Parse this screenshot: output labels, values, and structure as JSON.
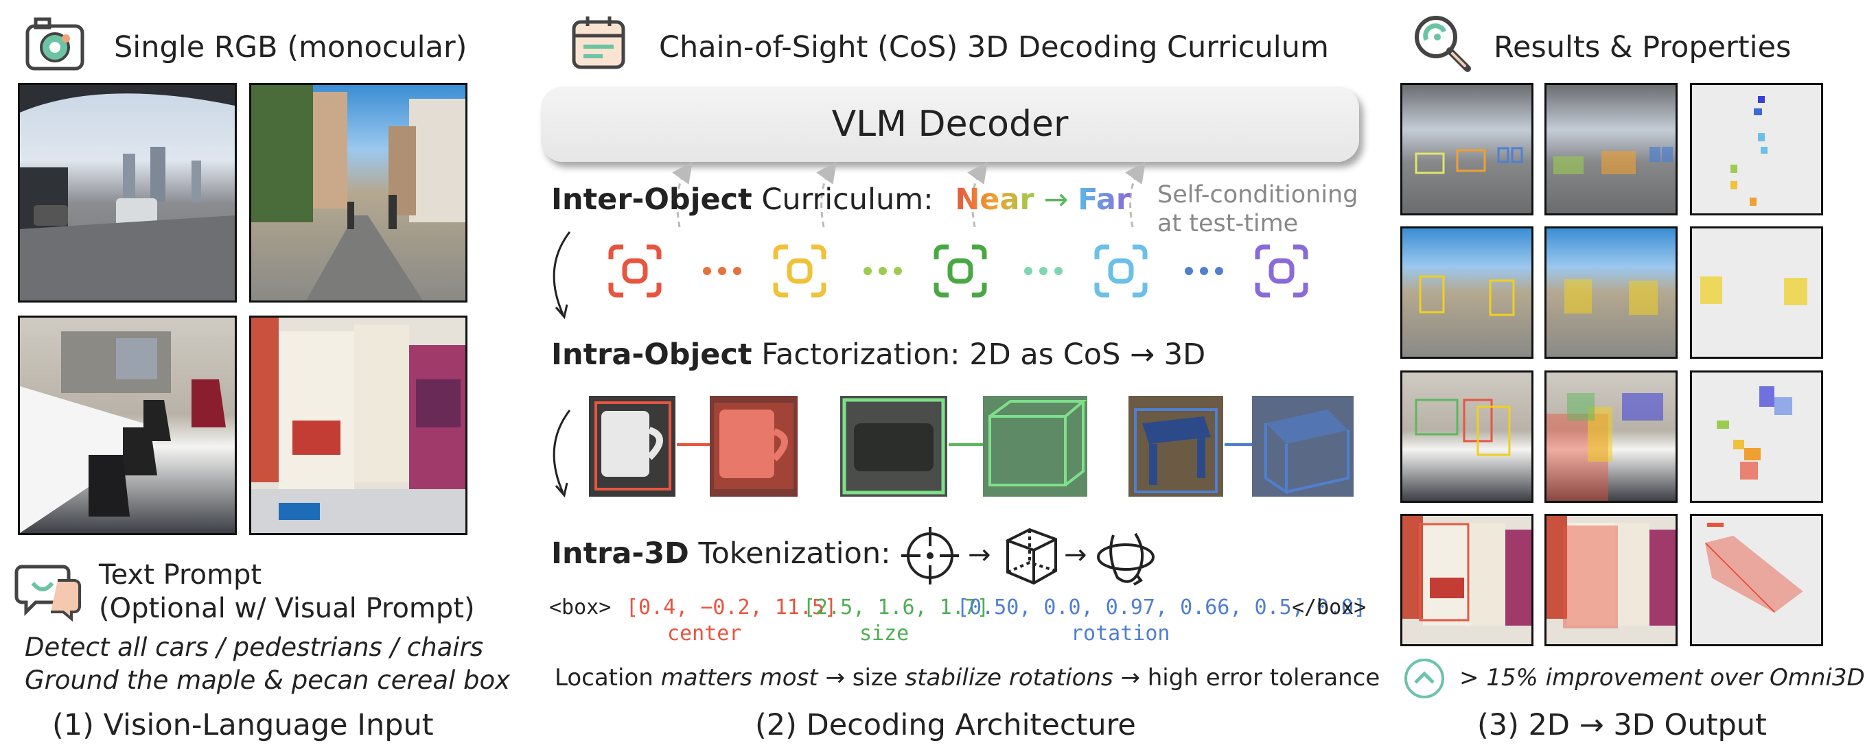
{
  "left": {
    "title": "Single RGB (monocular)",
    "prompt_title": "Text Prompt",
    "prompt_sub": "(Optional w/ Visual Prompt)",
    "examples": [
      "Detect all cars / pedestrians / chairs",
      "Ground the maple & pecan cereal box"
    ],
    "caption": "(1) Vision-Language Input"
  },
  "middle": {
    "title": "Chain-of-Sight (CoS) 3D Decoding Curriculum",
    "decoder": "VLM Decoder",
    "inter_bold": "Inter-Object",
    "inter_rest": " Curriculum:",
    "near": "Near",
    "arrow": "→",
    "far": "Far",
    "self_cond_1": "Self-conditioning",
    "self_cond_2": "at test-time",
    "intra_bold": "Intra-Object",
    "intra_rest": " Factorization: 2D as CoS → 3D",
    "tok_bold": "Intra-3D",
    "tok_rest": " Tokenization:",
    "box_open": "<box>",
    "center_vals": "[0.4, −0.2, 11.5]",
    "size_vals": "[2.5, 1.6, 1.7]",
    "rot_vals": "[0.50, 0.0, 0.97, 0.66, 0.5, 0.0]",
    "box_close": "</box>",
    "center_label": "center",
    "size_label": "size",
    "rot_label": "rotation",
    "footer_a": "Location ",
    "footer_b": "matters most",
    "footer_c": " → size ",
    "footer_d": "stabilize rotations",
    "footer_e": " → high error tolerance",
    "caption": "(2) Decoding Architecture"
  },
  "right": {
    "title": "Results & Properties",
    "improvement": "> 15% improvement over Omni3D",
    "caption": "(3) 2D → 3D Output"
  },
  "colors": {
    "red": "#e8553f",
    "orange": "#f0a030",
    "yellow": "#f0c23a",
    "green": "#5cb85c",
    "teal": "#7fd6b0",
    "sky": "#6cc0e8",
    "blue": "#4f7fd0",
    "purple": "#8a6ad8",
    "center": "#e8553f",
    "size": "#4caf50",
    "rotation": "#4f7fd0"
  },
  "icons": [
    "camera-icon",
    "calendar-icon",
    "magnifier-icon",
    "chat-icon",
    "focus-icon",
    "crosshair-icon",
    "cube-icon",
    "rotation-icon",
    "chevron-up-icon"
  ]
}
